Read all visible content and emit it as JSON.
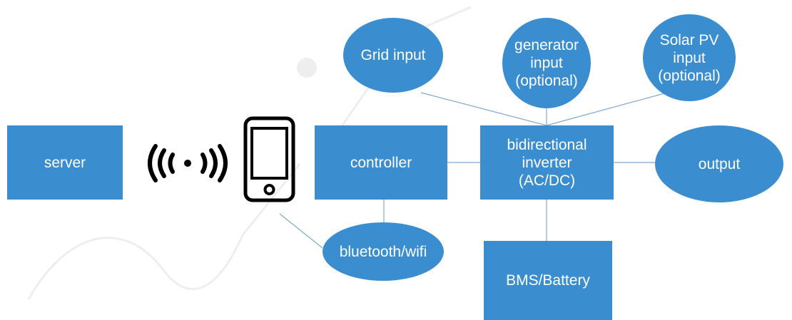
{
  "diagram": {
    "nodes": {
      "server": {
        "label": "server"
      },
      "controller": {
        "label": "controller"
      },
      "inverter": {
        "lines": [
          "bidirectional",
          "inverter",
          "(AC/DC)"
        ]
      },
      "output": {
        "label": "output"
      },
      "bms": {
        "label": "BMS/Battery"
      },
      "grid": {
        "label": "Grid input"
      },
      "generator": {
        "lines": [
          "generator",
          "input",
          "(optional)"
        ]
      },
      "solar": {
        "lines": [
          "Solar PV",
          "input",
          "(optional)"
        ]
      },
      "bluetooth": {
        "label": "bluetooth/wifi"
      }
    },
    "icons": {
      "phone": "smartphone-icon",
      "wireless": "wireless-signal-icon"
    },
    "colors": {
      "node_fill": "#3A8ED0",
      "node_text": "#FFFFFF",
      "connector": "#7FA9CF",
      "icon": "#000000"
    }
  }
}
